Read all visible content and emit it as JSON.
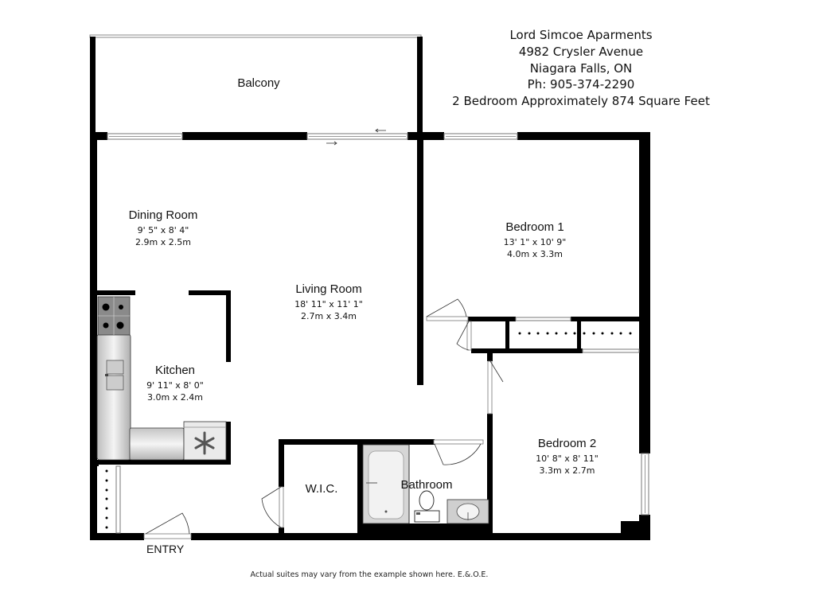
{
  "header": {
    "building_name": "Lord Simcoe Aparments",
    "address": "4982 Crysler Avenue",
    "city": "Niagara Falls, ON",
    "phone": "Ph: 905-374-2290",
    "unit_summary": "2 Bedroom Approximately 874 Square Feet"
  },
  "rooms": {
    "balcony": {
      "name": "Balcony"
    },
    "dining_room": {
      "name": "Dining Room",
      "imperial": "9' 5\" x 8' 4\"",
      "metric": "2.9m x 2.5m"
    },
    "living_room": {
      "name": "Living Room",
      "imperial": "18' 11\" x 11' 1\"",
      "metric": "2.7m x 3.4m"
    },
    "bedroom_1": {
      "name": "Bedroom 1",
      "imperial": "13' 1\" x 10' 9\"",
      "metric": "4.0m x 3.3m"
    },
    "kitchen": {
      "name": "Kitchen",
      "imperial": "9' 11\" x 8' 0\"",
      "metric": "3.0m x 2.4m"
    },
    "bedroom_2": {
      "name": "Bedroom 2",
      "imperial": "10' 8\" x 8' 11\"",
      "metric": "3.3m x 2.7m"
    },
    "wic": {
      "name": "W.I.C."
    },
    "bathroom": {
      "name": "Bathroom"
    }
  },
  "entry_label": "ENTRY",
  "disclaimer": "Actual suites may vary from the example shown here. E.&.O.E.",
  "colors": {
    "wall": "#000000",
    "window": "#9a9a9a",
    "fixture_gray": "#c8c8c8"
  }
}
